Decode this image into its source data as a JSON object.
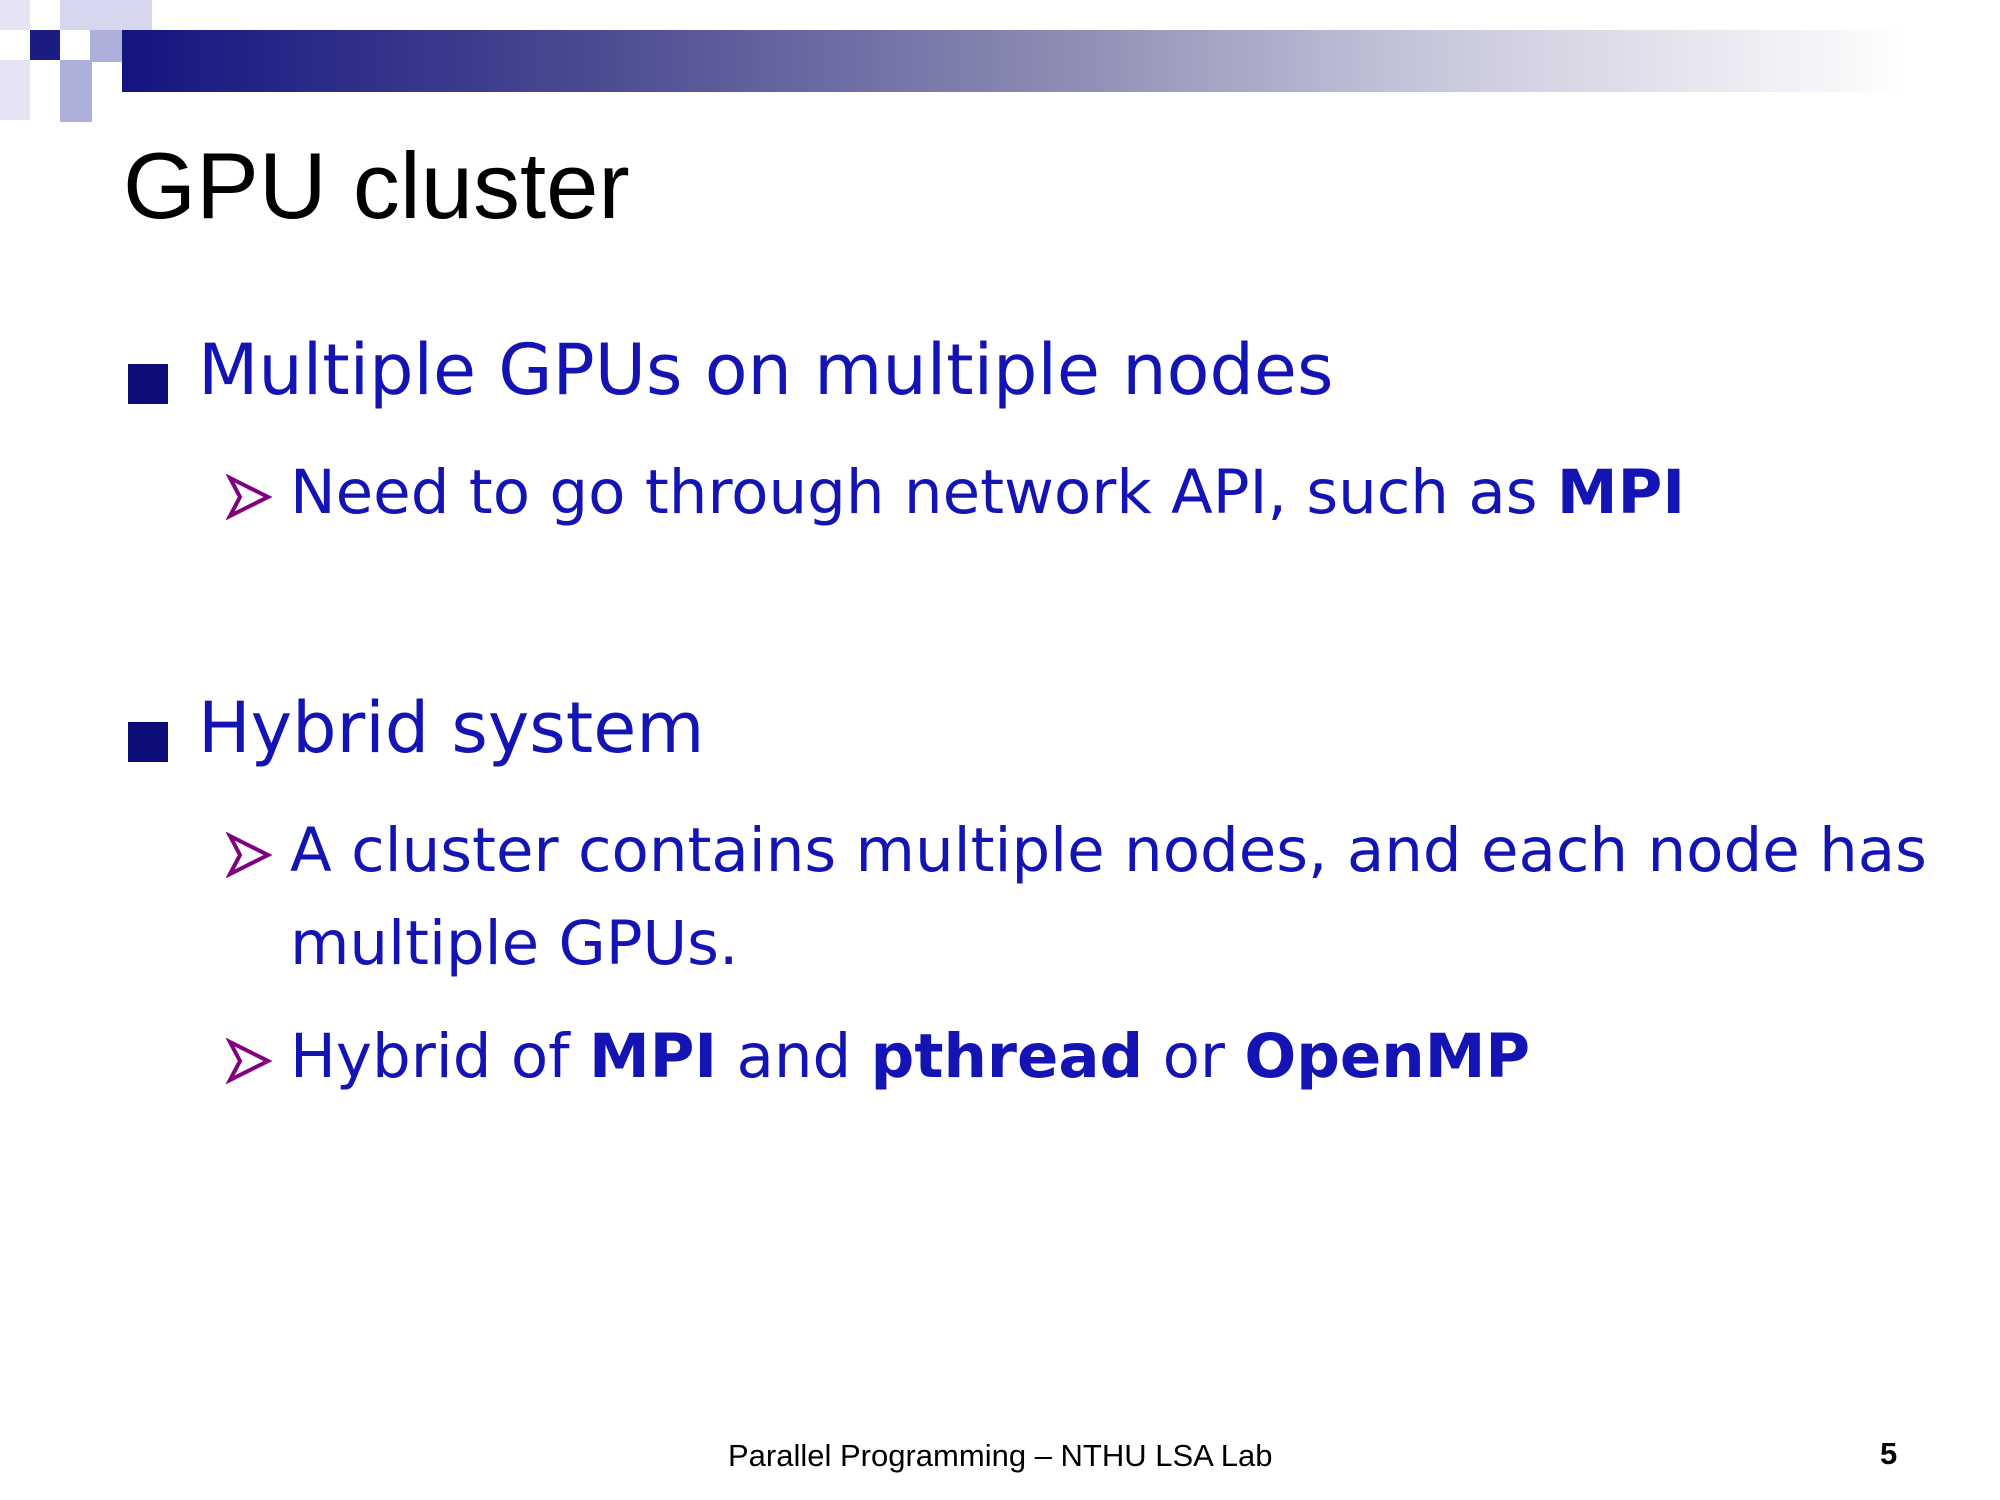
{
  "slide": {
    "title": "GPU cluster",
    "bullets": [
      {
        "text": "Multiple GPUs on multiple nodes",
        "sub": [
          {
            "segments": [
              {
                "text": "Need to go through network API, such as ",
                "bold": false
              },
              {
                "text": "MPI",
                "bold": true
              }
            ]
          }
        ]
      },
      {
        "text": "Hybrid system",
        "sub": [
          {
            "segments": [
              {
                "text": "A cluster contains multiple nodes, and each node has multiple GPUs.",
                "bold": false
              }
            ]
          },
          {
            "segments": [
              {
                "text": "Hybrid of ",
                "bold": false
              },
              {
                "text": "MPI",
                "bold": true
              },
              {
                "text": " and ",
                "bold": false
              },
              {
                "text": "pthread",
                "bold": true
              },
              {
                "text": " or ",
                "bold": false
              },
              {
                "text": "OpenMP",
                "bold": true
              }
            ]
          }
        ]
      }
    ],
    "footer": "Parallel Programming – NTHU LSA Lab",
    "page_number": "5",
    "colors": {
      "text_blue": "#1414b4",
      "bullet_navy": "#0c0c78",
      "arrow_purple": "#800080",
      "header_navy": "#141480"
    },
    "icons": {
      "level1_bullet": "square-bullet-icon",
      "level2_bullet": "arrowhead-bullet-icon"
    }
  }
}
